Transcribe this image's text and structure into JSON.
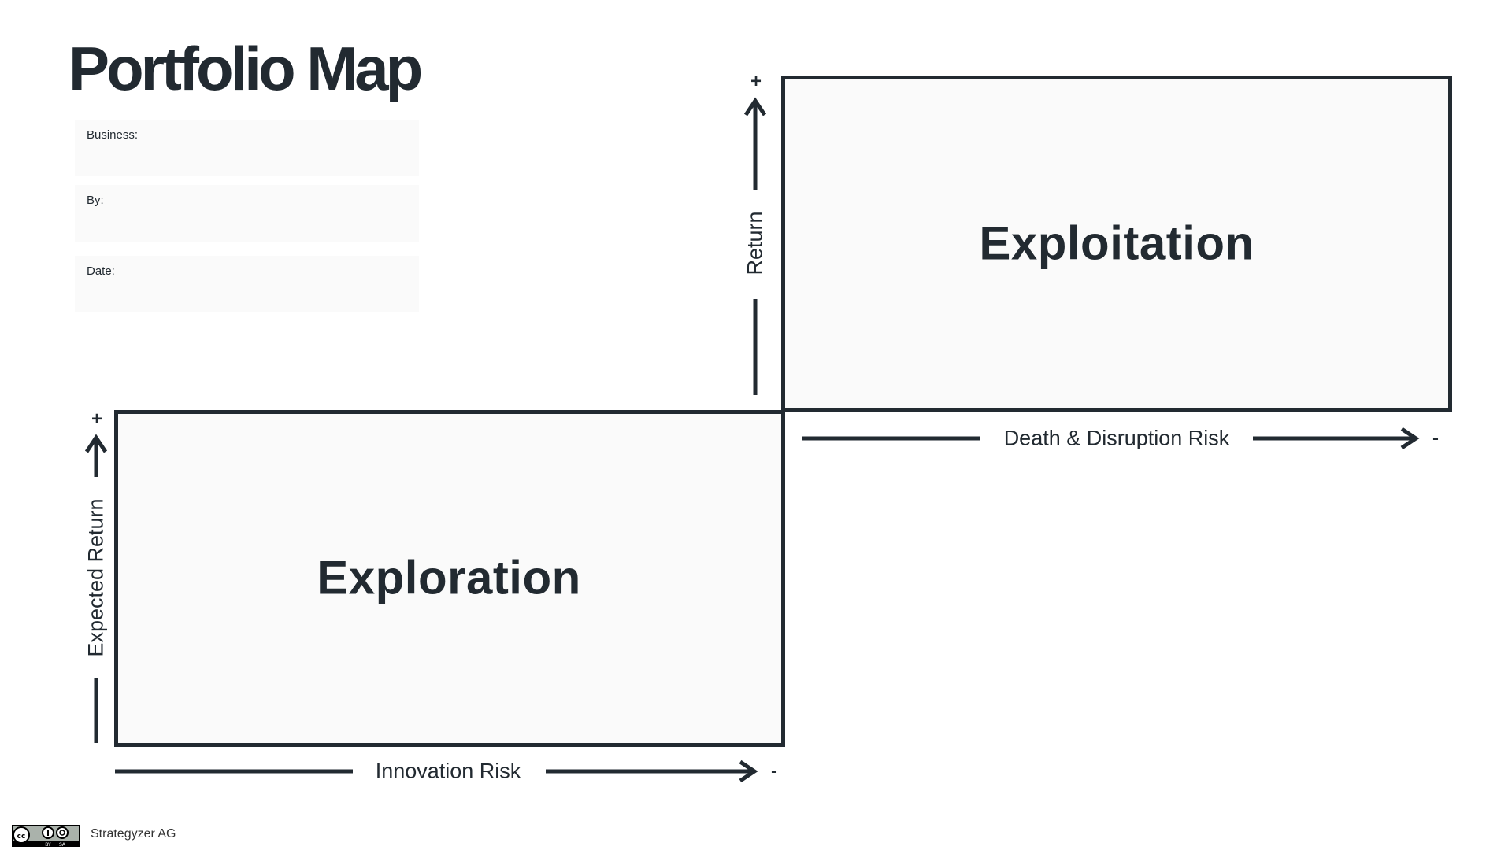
{
  "title": "Portfolio Map",
  "fields": [
    {
      "label": "Business:"
    },
    {
      "label": "By:"
    },
    {
      "label": "Date:"
    }
  ],
  "quadrants": {
    "exploitation": "Exploitation",
    "exploration": "Exploration"
  },
  "axes": {
    "exploit_y": {
      "label": "Return",
      "plus": "+"
    },
    "exploit_x": {
      "label": "Death & Disruption Risk",
      "minus": "-"
    },
    "explore_y": {
      "label": "Expected Return",
      "plus": "+"
    },
    "explore_x": {
      "label": "Innovation Risk",
      "minus": "-"
    }
  },
  "footer": {
    "license": "CC BY SA",
    "company": "Strategyzer AG"
  },
  "colors": {
    "ink": "#222a31",
    "panel": "#fafafa"
  }
}
